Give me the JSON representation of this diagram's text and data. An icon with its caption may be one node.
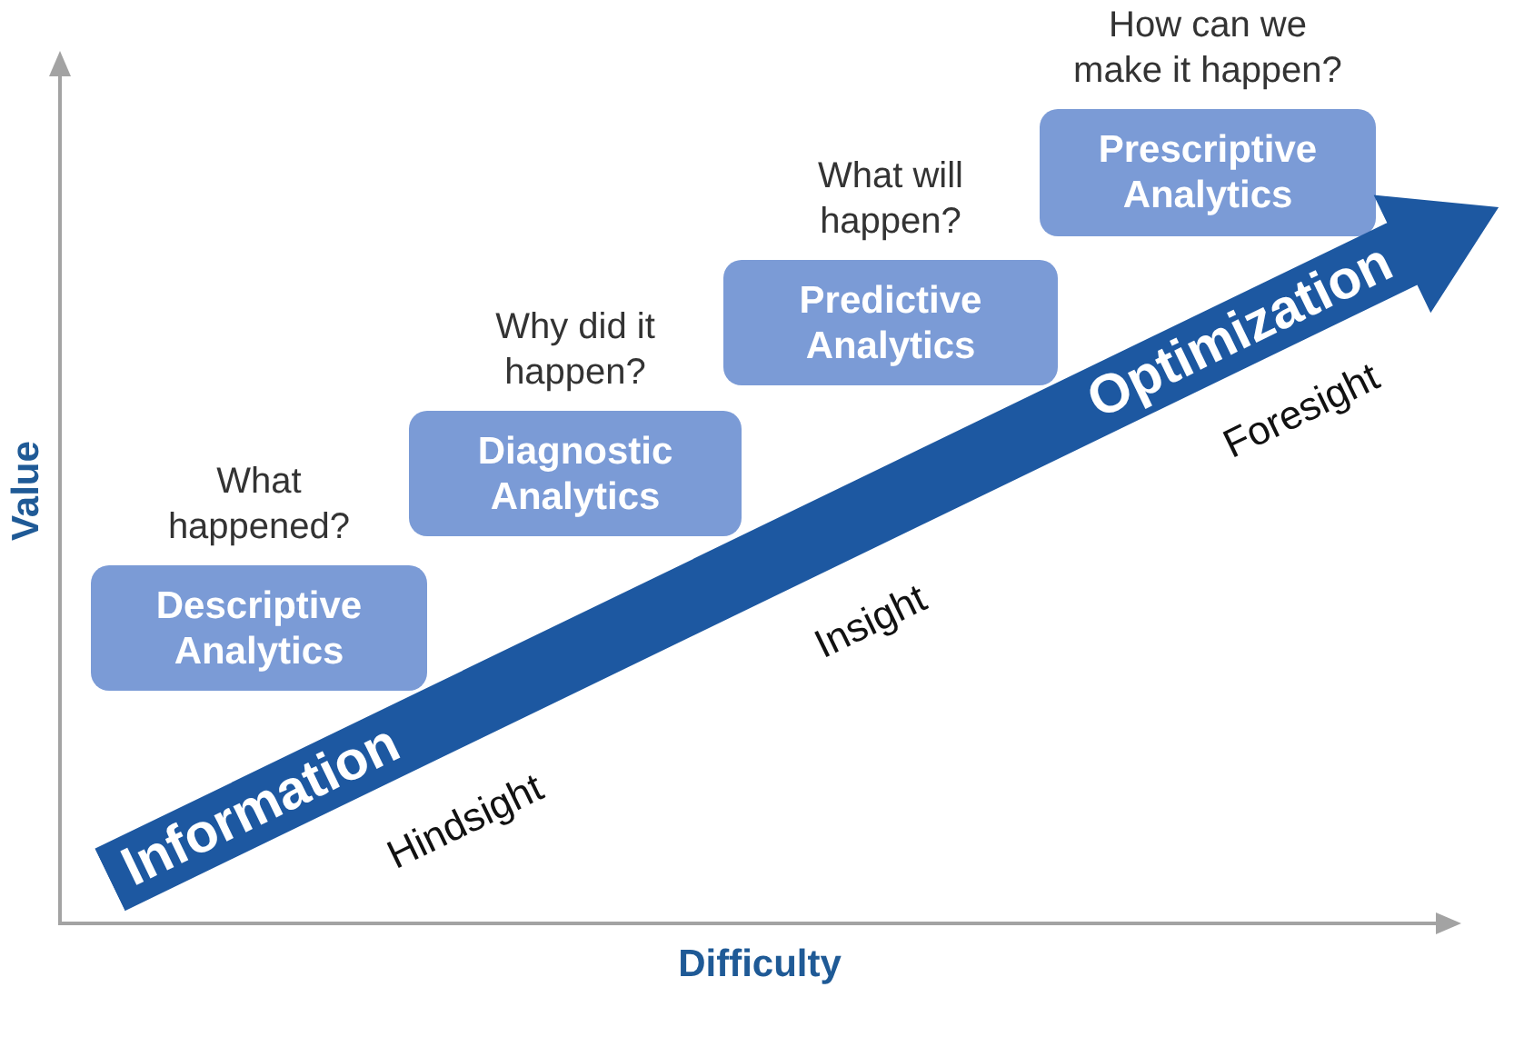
{
  "diagram": {
    "nodes": [
      {
        "text": [
          "Descriptive Analytics"
        ],
        "beside": [
          "What happened?"
        ]
      },
      {
        "text": [
          "Diagnostic Analytics"
        ],
        "beside": [
          "Why did it happen?"
        ]
      },
      {
        "text": [
          "Predictive Analytics"
        ],
        "beside": [
          "What will happen?"
        ]
      },
      {
        "text": [
          "Prescriptive Analytics"
        ],
        "beside": [
          "How can we make it happen?"
        ]
      },
      {
        "text": [
          "Information",
          "Optimization"
        ]
      }
    ],
    "labels": [
      "Value",
      "Hindsight",
      "Insight",
      "Foresight",
      "Difficulty"
    ]
  }
}
